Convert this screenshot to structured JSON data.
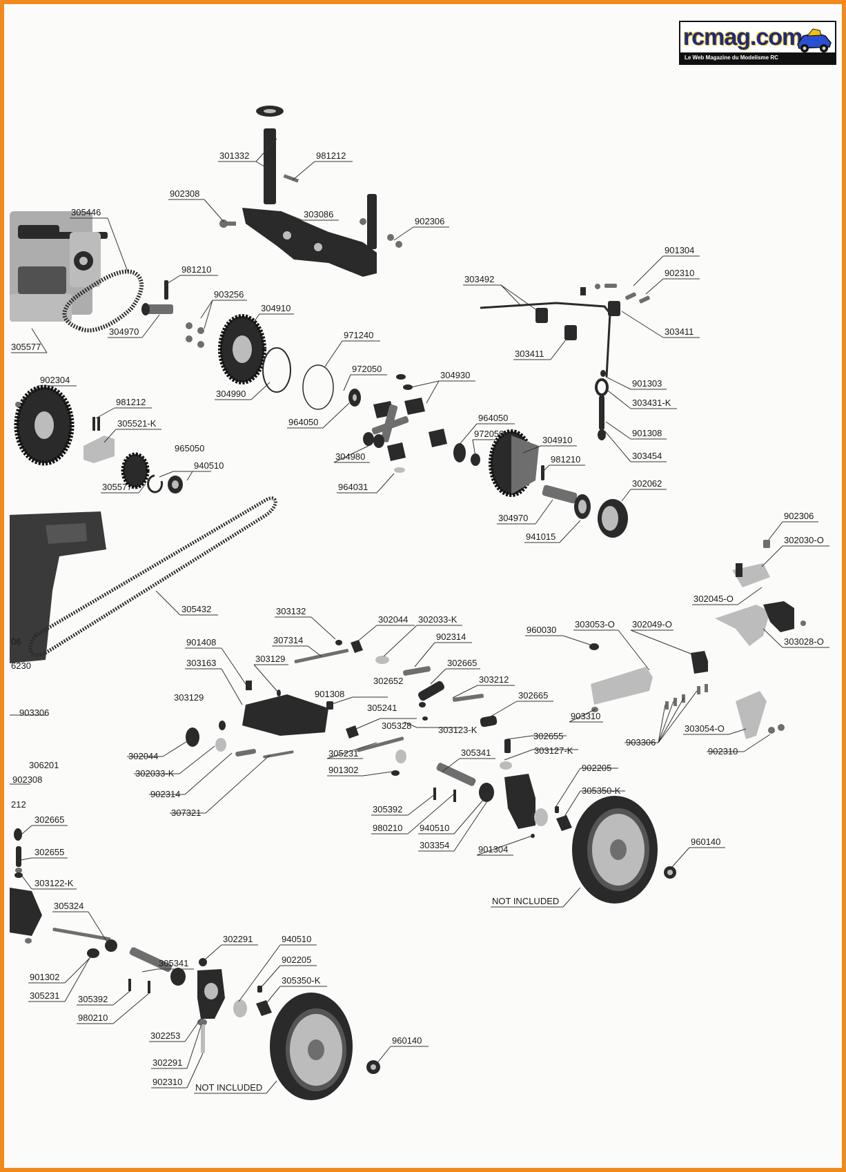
{
  "logo": {
    "name": "rcmag.com",
    "tagline": "Le Web Magazine du Modelisme RC"
  },
  "labels": {
    "p301332": "301332",
    "p981212_top": "981212",
    "p902308_top": "902308",
    "p303086": "303086",
    "p902306_top": "902306",
    "p305446": "305446",
    "p981210_left": "981210",
    "p903256": "903256",
    "p304910_left": "304910",
    "p304970_left": "304970",
    "p305577_top": "305577",
    "p971240": "971240",
    "p972050_left": "972050",
    "p304990": "304990",
    "p304930": "304930",
    "p964050_left": "964050",
    "p902304": "902304",
    "p981212_left": "981212",
    "p305521k": "305521-K",
    "p965050": "965050",
    "p940510_top": "940510",
    "p305577_bottom": "305577",
    "p304980": "304980",
    "p964050_right": "964050",
    "p972050_right": "972050",
    "p304910_right": "304910",
    "p981210_right": "981210",
    "p964031": "964031",
    "p304970_right": "304970",
    "p941015": "941015",
    "p302062": "302062",
    "p303492": "303492",
    "p901304_top": "901304",
    "p902310_top": "902310",
    "p303411_right": "303411",
    "p303411_left": "303411",
    "p901303": "901303",
    "p303431k": "303431-K",
    "p901308_right": "901308",
    "p303454": "303454",
    "p902306_right": "902306",
    "p302030o": "302030-O",
    "p302045o": "302045-O",
    "p303028o": "303028-O",
    "p305432": "305432",
    "p306_edge": "06",
    "p6230_edge": "6230",
    "p903306_left": "903306",
    "p306201": "306201",
    "p902308_left": "902308",
    "p212_edge": "212",
    "p303132": "303132",
    "p302044_top": "302044",
    "p302033k_top": "302033-K",
    "p307314": "307314",
    "p901408": "901408",
    "p303163": "303163",
    "p303129_top": "303129",
    "p302314_top": "902314",
    "p302665_top": "302665",
    "p302652": "302652",
    "p303212": "303212",
    "p901308_mid": "901308",
    "p303129_left": "303129",
    "p305241": "305241",
    "p302665_mid": "302665",
    "p305328": "305328",
    "p303123k": "303123-K",
    "p302655_mid": "302655",
    "p303127k": "303127-K",
    "p302044_left": "302044",
    "p302033k_left": "302033-K",
    "p305231_mid": "305231",
    "p901302_mid": "901302",
    "p305341_mid": "305341",
    "p902314_left": "902314",
    "p307321": "307321",
    "p902205_mid": "902205",
    "p305350k_mid": "305350-K",
    "p305392_mid": "305392",
    "p980210_mid": "980210",
    "p940510_mid": "940510",
    "p303354": "303354",
    "p901304_mid": "901304",
    "p960140_mid": "960140",
    "p960030": "960030",
    "p303053o": "303053-O",
    "p302049o": "302049-O",
    "p903310": "903310",
    "p903306_right": "903306",
    "p303054o": "303054-O",
    "p902310_right": "902310",
    "p302665_left": "302665",
    "p302655_left": "302655",
    "p303122k": "303122-K",
    "p305324": "305324",
    "p901302_left": "901302",
    "p305231_left": "305231",
    "p305341_bottom": "305341",
    "p302291_top": "302291",
    "p940510_bottom": "940510",
    "p902205_bottom": "902205",
    "p305350k_bottom": "305350-K",
    "p305392_bottom": "305392",
    "p980210_bottom": "980210",
    "p302253": "302253",
    "p302291_bottom": "302291",
    "p902310_bottom": "902310",
    "p960140_bottom": "960140",
    "not_included_right": "NOT INCLUDED",
    "not_included_bottom": "NOT INCLUDED"
  }
}
